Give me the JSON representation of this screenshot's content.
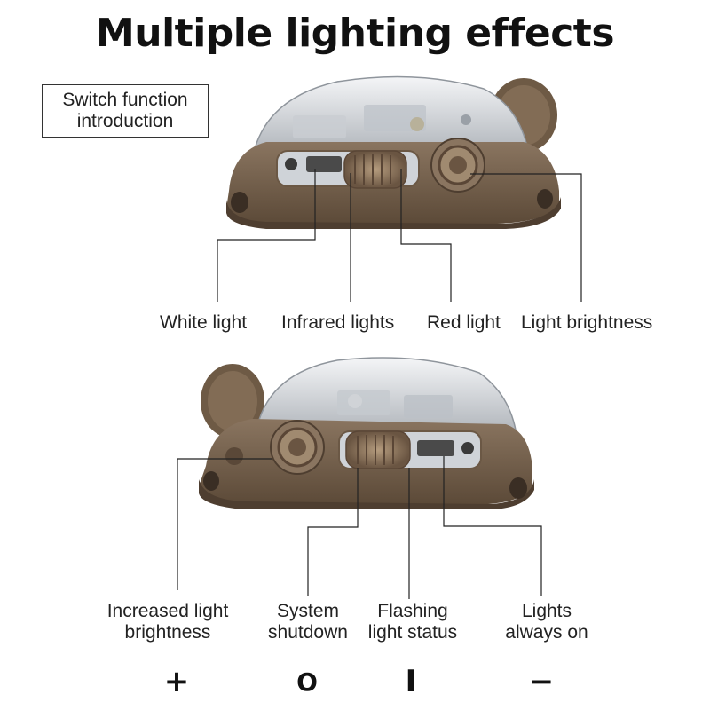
{
  "title": "Multiple lighting effects",
  "badge": {
    "line1": "Switch function",
    "line2": "introduction"
  },
  "top_labels": {
    "white_light": "White light",
    "infrared_lights": "Infrared lights",
    "red_light": "Red light",
    "light_brightness": "Light brightness"
  },
  "bottom_labels": {
    "increased_brightness": [
      "Increased light",
      "brightness"
    ],
    "system_shutdown": [
      "System",
      "shutdown"
    ],
    "flashing_status": [
      "Flashing",
      "light status"
    ],
    "always_on": [
      "Lights",
      "always on"
    ]
  },
  "symbols": {
    "plus": "+",
    "zero": "O",
    "one": "I",
    "minus": "−"
  },
  "colors": {
    "housing": "#7a6650",
    "housing_dark": "#5c4a38",
    "lens": "#d9dde2",
    "line": "#222222"
  }
}
